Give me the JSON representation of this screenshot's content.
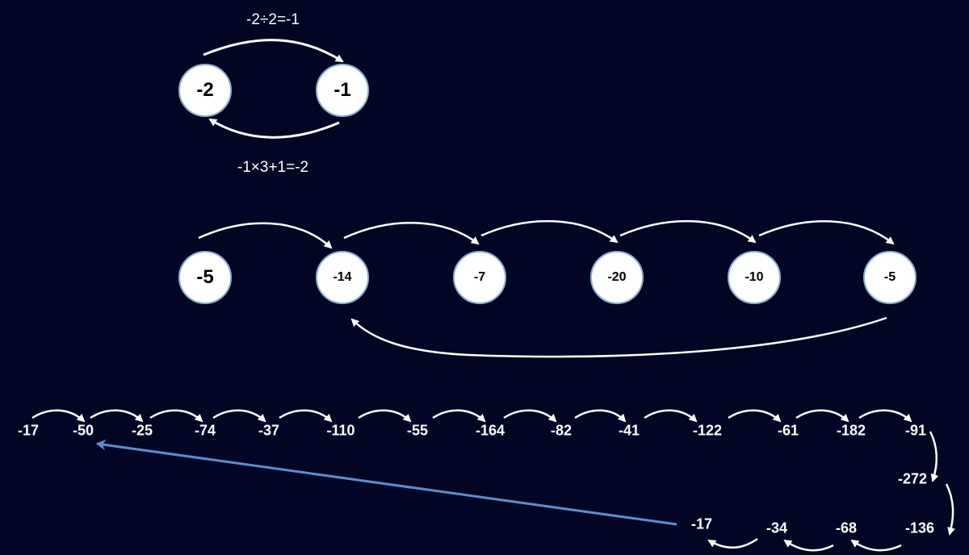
{
  "colors": {
    "background": "#020624",
    "node_fill": "#ffffff",
    "node_border": "#8fb0d6",
    "arrow": "#ffffff",
    "loop_arrow": "#5b8fd0"
  },
  "cycle1": {
    "nodes": [
      "-2",
      "-1"
    ],
    "top_equation": "-2÷2=-1",
    "bottom_equation": "-1×3+1=-2"
  },
  "cycle2": {
    "nodes": [
      "-5",
      "-14",
      "-7",
      "-20",
      "-10",
      "-5"
    ]
  },
  "cycle3": {
    "row1": [
      "-17",
      "-50",
      "-25",
      "-74",
      "-37",
      "-110",
      "-55",
      "-164",
      "-82",
      "-41",
      "-122",
      "-61",
      "-182",
      "-91"
    ],
    "right": [
      "-272"
    ],
    "row3": [
      "-17",
      "-34",
      "-68",
      "-136"
    ]
  }
}
